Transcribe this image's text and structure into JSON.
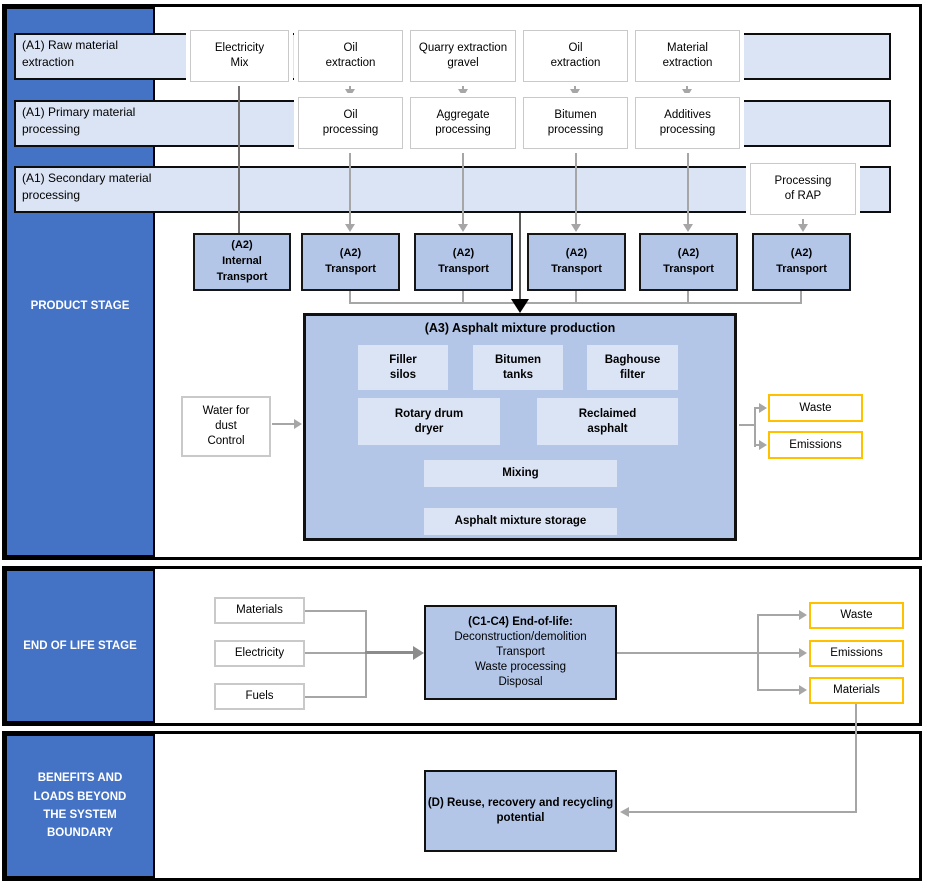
{
  "palette": {
    "sidebar_blue": "#4472C4",
    "band_blue": "#DBE4F4",
    "node_blue": "#B3C6E7",
    "unit_blue": "#DBE4F4",
    "highlight_yellow": "#FFC000",
    "arrow_gray": "#A6A6A6",
    "border_black": "#000000"
  },
  "product": {
    "sidebar_label": "PRODUCT STAGE",
    "bands": [
      {
        "label": "(A1) Raw material\nextraction"
      },
      {
        "label": "(A1) Primary material\nprocessing"
      },
      {
        "label": "(A1) Secondary material\nprocessing"
      }
    ],
    "extraction": [
      "Electricity\nMix",
      "Oil\nextraction",
      "Quarry extraction\ngravel",
      "Oil\nextraction",
      "Material\nextraction"
    ],
    "processing": [
      "Oil\nprocessing",
      "Aggregate\nprocessing",
      "Bitumen\nprocessing",
      "Additives\nprocessing"
    ],
    "rap": "Processing\nof RAP",
    "transport": [
      "(A2)\nInternal\nTransport",
      "(A2)\nTransport",
      "(A2)\nTransport",
      "(A2)\nTransport",
      "(A2)\nTransport",
      "(A2)\nTransport"
    ],
    "a3": {
      "title": "(A3) Asphalt mixture production",
      "units": [
        "Filler\nsilos",
        "Bitumen\ntanks",
        "Baghouse\nfilter",
        "Rotary drum\ndryer",
        "Reclaimed\nasphalt",
        "Mixing",
        "Asphalt mixture storage"
      ]
    },
    "water": "Water for\ndust\nControl",
    "outputs": [
      "Waste",
      "Emissions"
    ]
  },
  "end_of_life": {
    "sidebar_label": "END OF LIFE STAGE",
    "inputs": [
      "Materials",
      "Electricity",
      "Fuels"
    ],
    "process_title": "(C1-C4) End-of-life:",
    "process_steps": "Deconstruction/demolition\nTransport\nWaste processing\nDisposal",
    "outputs": [
      "Waste",
      "Emissions",
      "Materials"
    ]
  },
  "benefits": {
    "sidebar_label": "BENEFITS AND\nLOADS BEYOND\nTHE SYSTEM\nBOUNDARY",
    "d_box": "(D) Reuse, recovery and recycling\npotential"
  }
}
